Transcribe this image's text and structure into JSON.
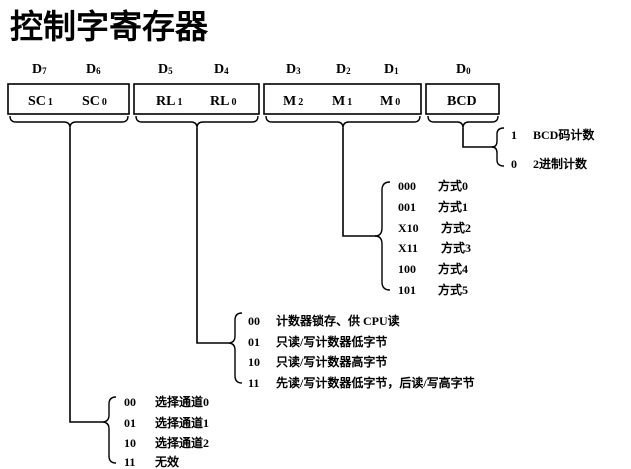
{
  "title": "控制字寄存器",
  "bits": [
    {
      "main": "D",
      "sub": "7"
    },
    {
      "main": "D",
      "sub": "6"
    },
    {
      "main": "D",
      "sub": "5"
    },
    {
      "main": "D",
      "sub": "4"
    },
    {
      "main": "D",
      "sub": "3"
    },
    {
      "main": "D",
      "sub": "2"
    },
    {
      "main": "D",
      "sub": "1"
    },
    {
      "main": "D",
      "sub": "0"
    }
  ],
  "fields": [
    {
      "main": "SC",
      "sub": "1"
    },
    {
      "main": "SC",
      "sub": "0"
    },
    {
      "main": "RL",
      "sub": "1"
    },
    {
      "main": "RL",
      "sub": "0"
    },
    {
      "main": "M",
      "sub": "2"
    },
    {
      "main": "M",
      "sub": "1"
    },
    {
      "main": "M",
      "sub": "0"
    },
    {
      "main": "BCD",
      "sub": ""
    }
  ],
  "bcd_options": [
    {
      "code": "1",
      "text": "BCD码计数"
    },
    {
      "code": "0",
      "text": "2进制计数"
    }
  ],
  "mode_options": [
    {
      "code": "000",
      "text": "方式0"
    },
    {
      "code": "001",
      "text": "方式1"
    },
    {
      "code": "X10",
      "text": "方式2"
    },
    {
      "code": "X11",
      "text": "方式3"
    },
    {
      "code": "100",
      "text": "方式4"
    },
    {
      "code": "101",
      "text": "方式5"
    }
  ],
  "rl_options": [
    {
      "code": "00",
      "text": "计数器锁存、供 CPU读"
    },
    {
      "code": "01",
      "text": "只读/写计数器低字节"
    },
    {
      "code": "10",
      "text": "只读/写计数器高字节"
    },
    {
      "code": "11",
      "text": "先读/写计数器低字节，后读/写高字节"
    }
  ],
  "sc_options": [
    {
      "code": "00",
      "text": "选择通道0"
    },
    {
      "code": "01",
      "text": "选择通道1"
    },
    {
      "code": "10",
      "text": "选择通道2"
    },
    {
      "code": "11",
      "text": "无效"
    }
  ]
}
